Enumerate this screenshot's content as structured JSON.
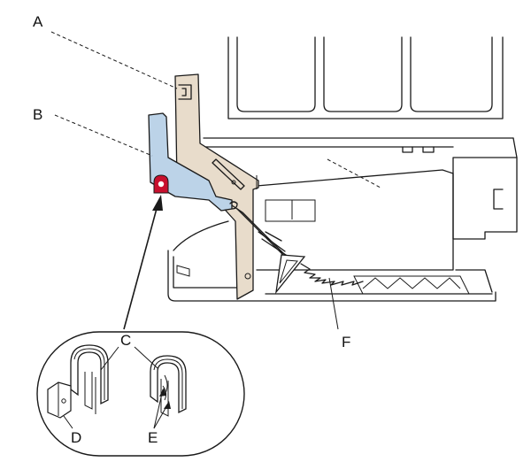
{
  "callouts": {
    "a": "A",
    "b": "B",
    "c": "C",
    "d": "D",
    "e": "E",
    "f": "F"
  },
  "colors": {
    "hinge_arm": "#e8dccb",
    "hinge_bracket": "#bcd3e8",
    "highlight_bushing": "#c8102e",
    "outline": "#1a1a1a"
  }
}
